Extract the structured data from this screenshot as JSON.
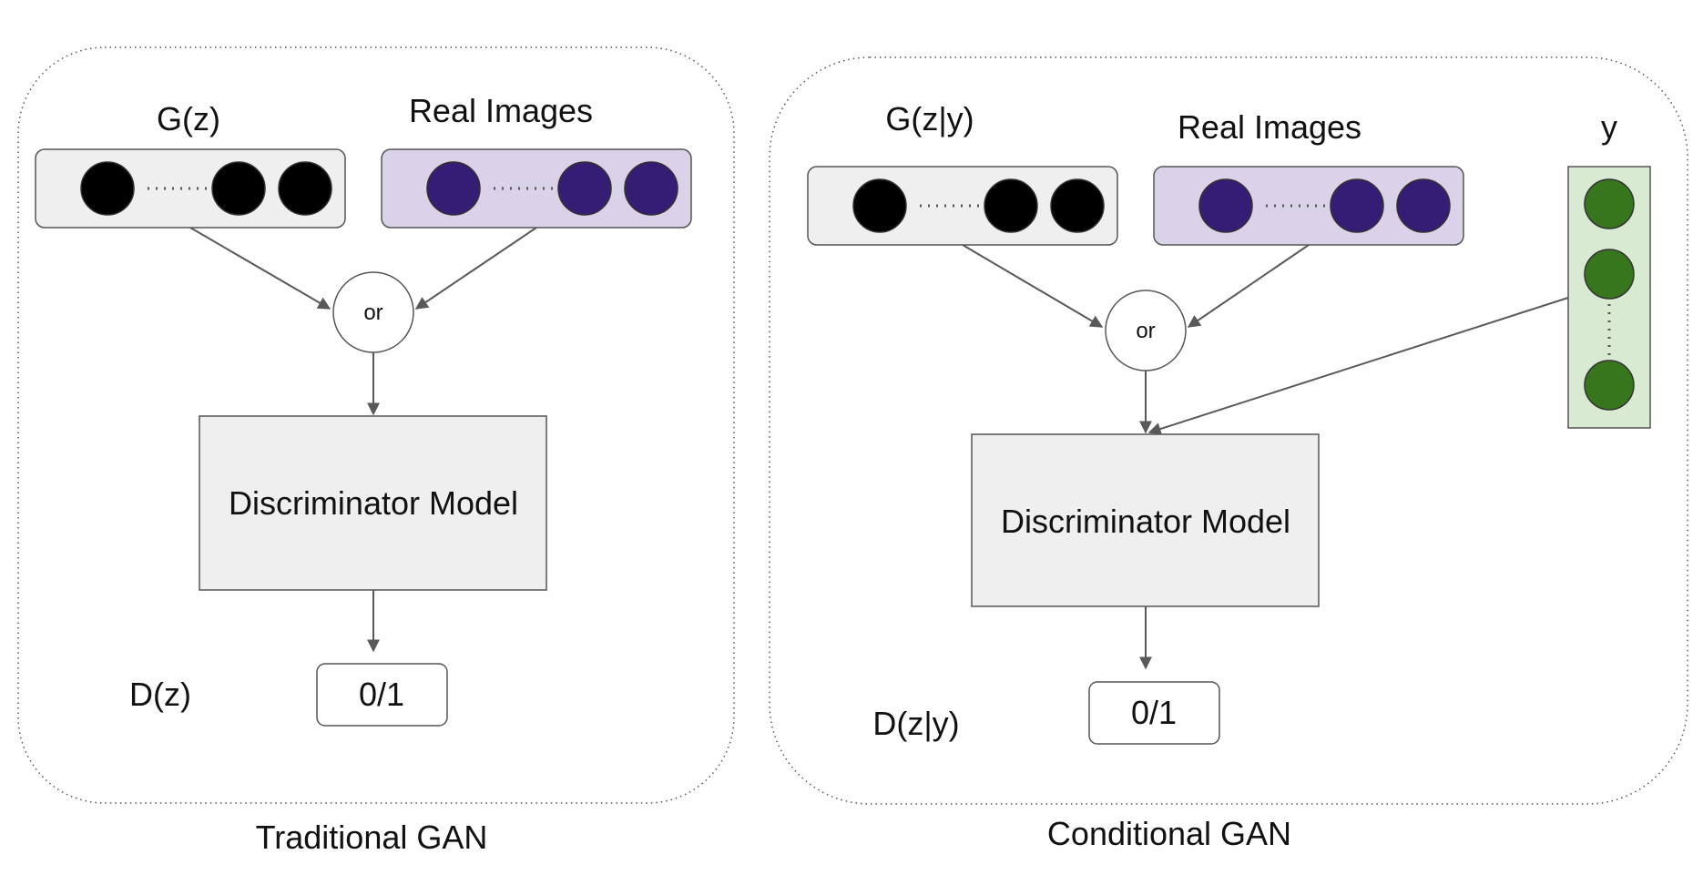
{
  "traditional": {
    "generator_label": "G(z)",
    "real_label": "Real Images",
    "or_label": "or",
    "discriminator_label": "Discriminator Model",
    "output_label": "D(z)",
    "output_value": "0/1",
    "caption": "Traditional GAN"
  },
  "conditional": {
    "generator_label": "G(z|y)",
    "real_label": "Real Images",
    "condition_label": "y",
    "or_label": "or",
    "discriminator_label": "Discriminator Model",
    "output_label": "D(z|y)",
    "output_value": "0/1",
    "caption": "Conditional GAN"
  },
  "colors": {
    "generated_node": "#000000",
    "real_node": "#351c75",
    "condition_node": "#38761d",
    "generated_box": "#efefef",
    "real_box": "#d9d2e9",
    "condition_box": "#d9ead3",
    "model_box": "#efefef",
    "arrow": "#595959"
  }
}
